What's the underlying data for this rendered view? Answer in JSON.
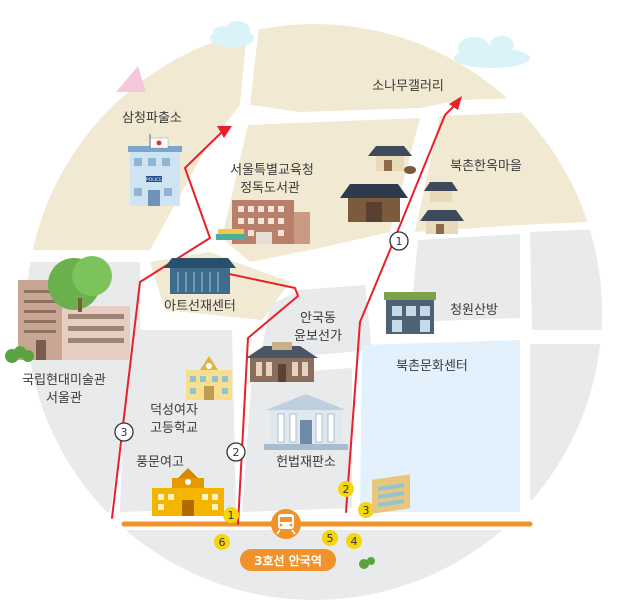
{
  "places": {
    "samcheong_police": "삼청파출소",
    "sonamu_gallery": "소나무갤러리",
    "seoul_edu_line1": "서울특별교육청",
    "seoul_edu_line2": "정독도서관",
    "bukchon_hanok": "북촌한옥마을",
    "art_center": "아트선재센터",
    "cheongwon_sanbang": "청원산방",
    "yunboseon_line1": "안국동",
    "yunboseon_line2": "윤보선가",
    "mmca_line1": "국립현대미술관",
    "mmca_line2": "서울관",
    "bukchon_culture": "북촌문화센터",
    "duksung_line1": "덕성여자",
    "duksung_line2": "고등학교",
    "constitutional_court": "헌법재판소",
    "pungmun": "풍문여고"
  },
  "police_sign": "POLICE",
  "station": {
    "name": "3호선 안국역",
    "line_color": "#f0932b"
  },
  "routes": {
    "color": "#e8202a",
    "labels": [
      "1",
      "2",
      "3"
    ]
  },
  "exits": {
    "color": "#f5d60a",
    "labels": [
      "1",
      "2",
      "3",
      "4",
      "5",
      "6"
    ]
  },
  "colors": {
    "block_beige": "#f2e9d2",
    "block_gray": "#e9eaec",
    "block_blue": "#e3f1fc",
    "road": "#ffffff"
  }
}
